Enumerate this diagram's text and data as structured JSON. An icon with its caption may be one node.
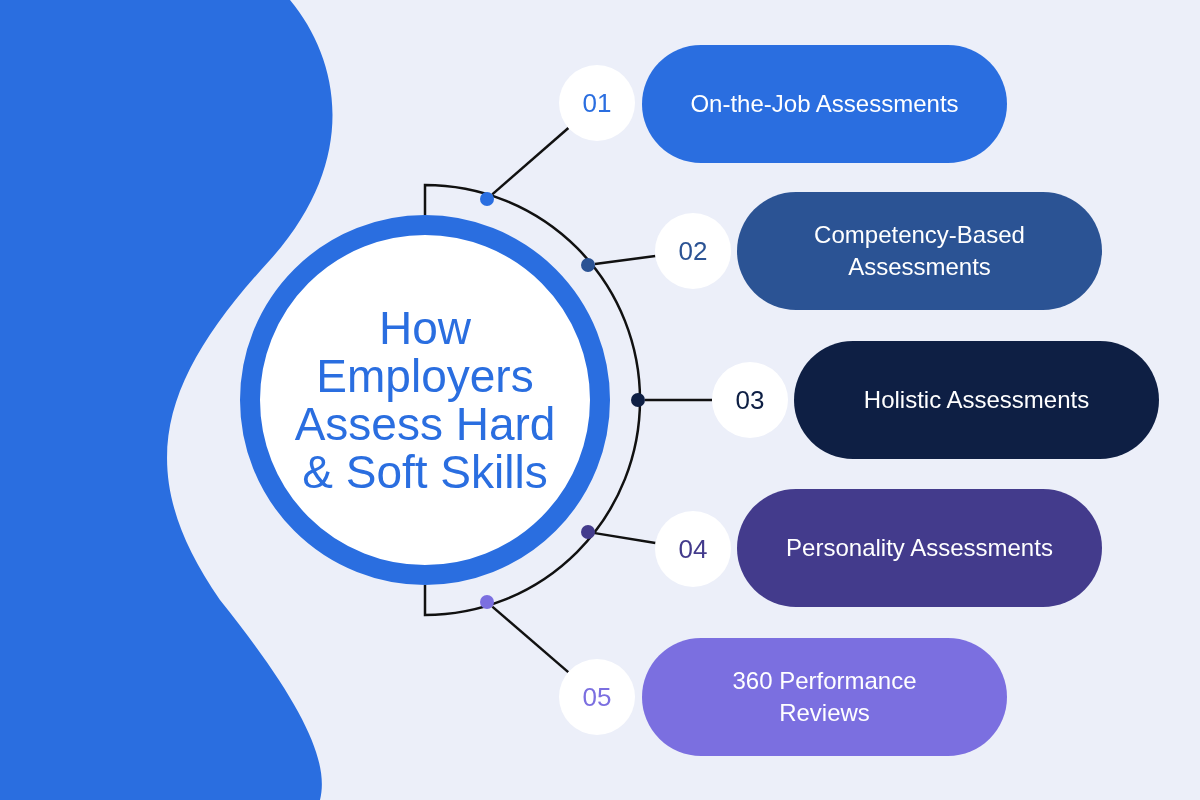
{
  "diagram": {
    "nodes": [
      {
        "text": [
          "How Employers Assess Hard & Soft Skills"
        ]
      },
      {
        "text": [],
        "shape": "circle"
      },
      {
        "text": [],
        "shape": "circle"
      },
      {
        "text": [],
        "shape": "circle"
      },
      {
        "text": [],
        "shape": "circle"
      },
      {
        "text": [],
        "shape": "circle"
      },
      {
        "text": [
          "01"
        ]
      },
      {
        "text": [
          "02"
        ]
      },
      {
        "text": [
          "03"
        ]
      },
      {
        "text": [
          "04"
        ]
      },
      {
        "text": [
          "05"
        ]
      },
      {
        "text": [
          "On-the-Job Assessments"
        ]
      },
      {
        "text": [
          "Competency-Based Assessments"
        ]
      },
      {
        "text": [
          "Holistic Assessments"
        ]
      },
      {
        "text": [
          "Personality Assessments"
        ]
      },
      {
        "text": [
          "360 Performance Reviews"
        ]
      }
    ],
    "edges": [
      {
        "from": 1,
        "to": 6,
        "arrow": "none"
      },
      {
        "from": 2,
        "to": 7,
        "arrow": "none"
      },
      {
        "from": 3,
        "to": 8,
        "arrow": "none"
      },
      {
        "from": 4,
        "to": 9,
        "arrow": "none"
      },
      {
        "from": 5,
        "to": 10,
        "arrow": "none"
      }
    ]
  }
}
